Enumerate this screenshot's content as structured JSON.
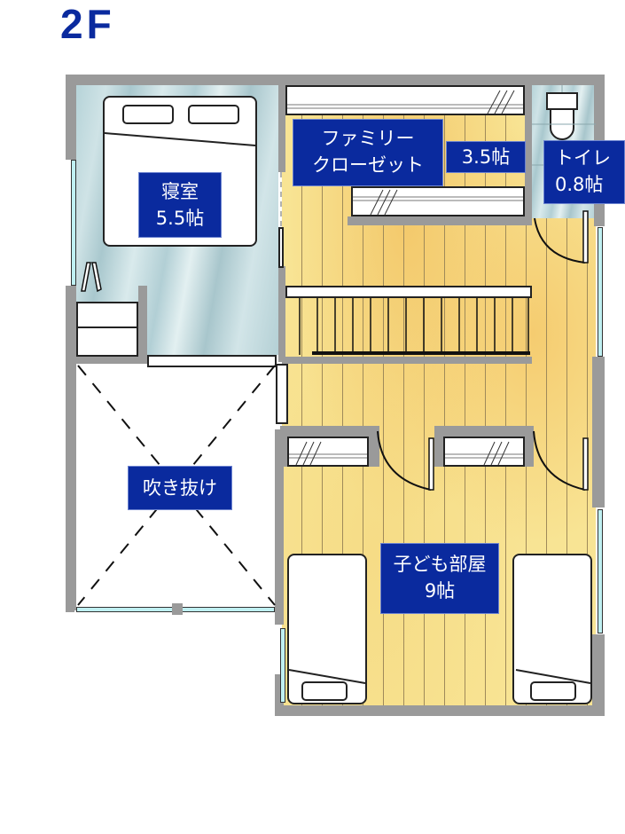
{
  "title": "2F",
  "rooms": [
    {
      "id": "bedroom",
      "name": "寝室",
      "size": "5.5帖"
    },
    {
      "id": "family_closet",
      "name_line1": "ファミリー",
      "name_line2": "クローゼット",
      "size": "3.5帖"
    },
    {
      "id": "toilet",
      "name": "トイレ",
      "size": "0.8帖"
    },
    {
      "id": "void",
      "name": "吹き抜け"
    },
    {
      "id": "kids_room",
      "name": "子ども部屋",
      "size": "9帖"
    }
  ],
  "colors": {
    "label_bg": "#0a2a9e",
    "wall": "#9a9a9a",
    "wood_floor": "#f8e494",
    "tile_floor": "#b6d3d8",
    "window": "#bff0f2"
  }
}
